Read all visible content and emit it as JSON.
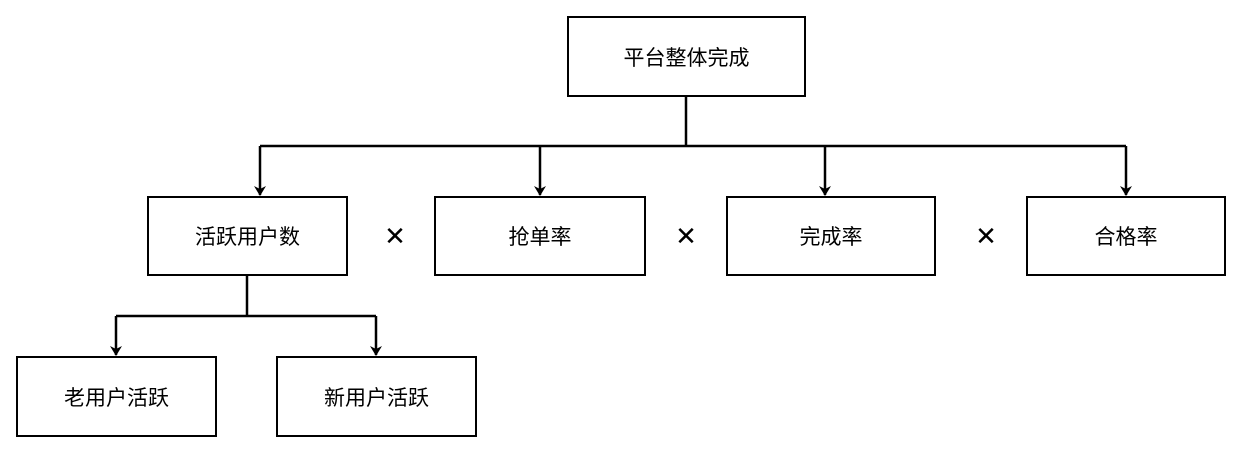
{
  "root": {
    "label": "平台整体完成"
  },
  "factors": [
    {
      "label": "活跃用户数"
    },
    {
      "label": "抢单率"
    },
    {
      "label": "完成率"
    },
    {
      "label": "合格率"
    }
  ],
  "operator_symbol": "✕",
  "sub_factors": [
    {
      "label": "老用户活跃"
    },
    {
      "label": "新用户活跃"
    }
  ]
}
